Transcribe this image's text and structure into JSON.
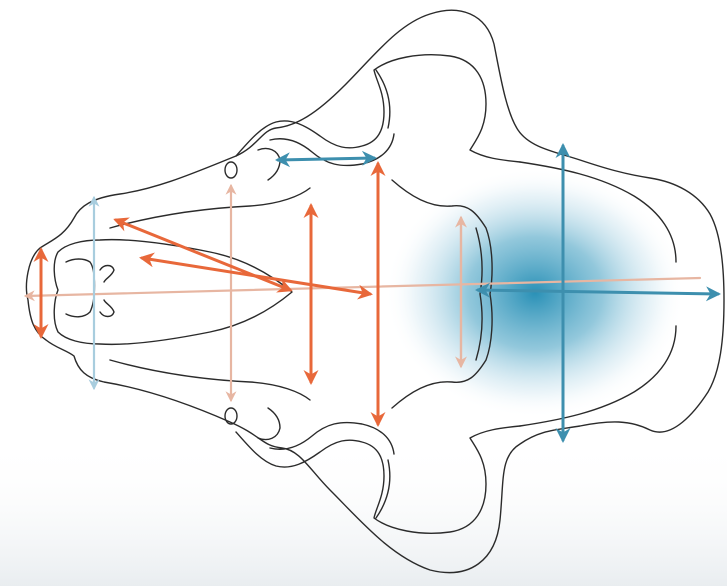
{
  "diagram": {
    "subject": "skull-ventral-outline",
    "colors": {
      "background": "#ffffff",
      "bottom_fade": "#eef1f3",
      "outline": "#2b2b2b",
      "orange": "#e8683a",
      "orange_light": "#e7b6a2",
      "blue": "#3d8fae",
      "blue_light": "#a8cdde",
      "blue_glow": "#1f8bb3"
    },
    "measurements": [
      {
        "id": "rostral-height-left",
        "color": "orange",
        "style": "double-arrow"
      },
      {
        "id": "rostral-width",
        "color": "blue_light",
        "style": "double-arrow"
      },
      {
        "id": "orbit-width",
        "color": "orange_light",
        "style": "double-arrow"
      },
      {
        "id": "zygoma-inner-width",
        "color": "orange",
        "style": "double-arrow"
      },
      {
        "id": "zygoma-outer-width",
        "color": "orange",
        "style": "double-arrow"
      },
      {
        "id": "braincase-upper-width",
        "color": "blue",
        "style": "double-arrow"
      },
      {
        "id": "occipital-width",
        "color": "orange_light",
        "style": "double-arrow"
      },
      {
        "id": "cranial-width",
        "color": "blue",
        "style": "double-arrow"
      },
      {
        "id": "diagonal-upper",
        "color": "orange",
        "style": "double-arrow"
      },
      {
        "id": "diagonal-lower",
        "color": "orange",
        "style": "double-arrow"
      },
      {
        "id": "cranial-length",
        "color": "blue",
        "style": "double-arrow"
      },
      {
        "id": "total-length",
        "color": "orange_light",
        "style": "double-arrow"
      }
    ]
  }
}
